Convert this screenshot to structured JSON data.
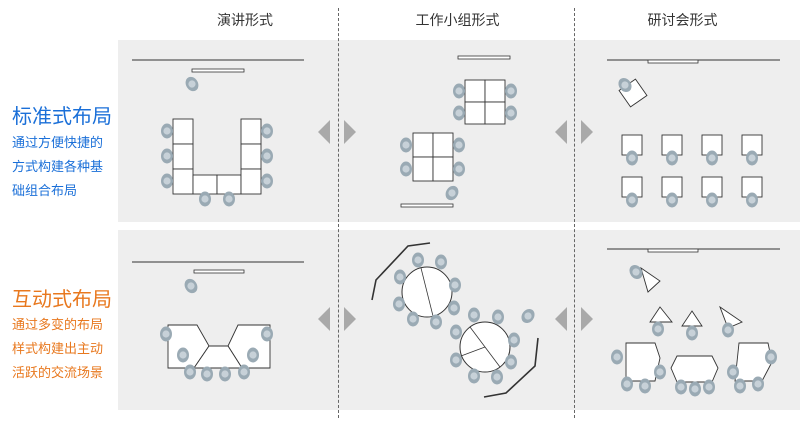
{
  "columns": [
    "演讲形式",
    "工作小组形式",
    "研讨会形式"
  ],
  "rows": [
    {
      "title": "标准式布局",
      "description_lines": [
        "通过方便快捷的",
        "方式构建各种基",
        "础组合布局"
      ],
      "color": "#1a6fd8"
    },
    {
      "title": "互动式布局",
      "description_lines": [
        "通过多变的布局",
        "样式构建出主动",
        "活跃的交流场景"
      ],
      "color": "#e8781e"
    }
  ],
  "colors": {
    "panel": "#eeeeee",
    "chair": "#9aaab4",
    "arrow": "#a9a9a9",
    "line": "#333333"
  }
}
